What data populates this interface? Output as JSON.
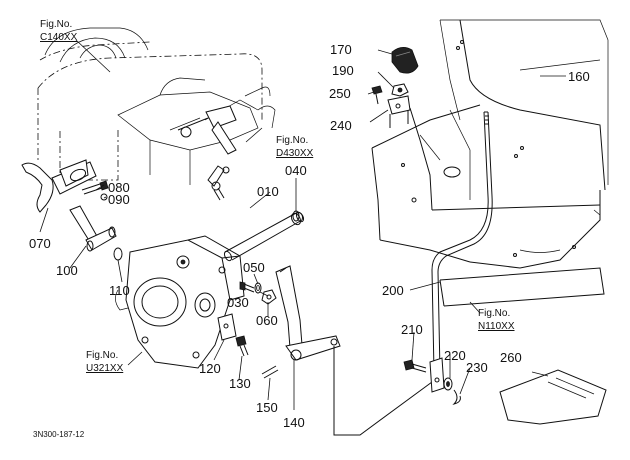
{
  "drawing_code": "3N300-187-12",
  "figure_refs": [
    {
      "id": "c140",
      "prefix": "Fig.No.",
      "code": "C140XX"
    },
    {
      "id": "d430",
      "prefix": "Fig.No.",
      "code": "D430XX"
    },
    {
      "id": "u321",
      "prefix": "Fig.No.",
      "code": "U321XX"
    },
    {
      "id": "n110",
      "prefix": "Fig.No.",
      "code": "N110XX"
    }
  ],
  "parts": {
    "p010": "010",
    "p030": "030",
    "p040": "040",
    "p050": "050",
    "p060": "060",
    "p070": "070",
    "p080": "080",
    "p090": "090",
    "p100": "100",
    "p110": "110",
    "p120": "120",
    "p130": "130",
    "p140": "140",
    "p150": "150",
    "p160": "160",
    "p170": "170",
    "p190": "190",
    "p200": "200",
    "p210": "210",
    "p220": "220",
    "p230": "230",
    "p240": "240",
    "p250": "250",
    "p260": "260"
  }
}
